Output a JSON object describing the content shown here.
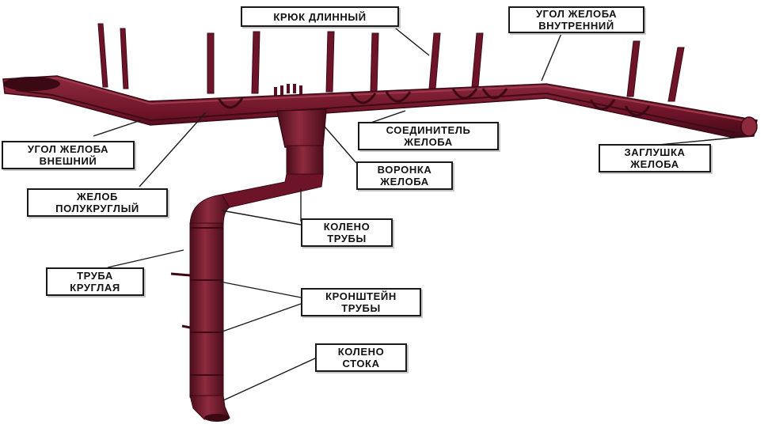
{
  "colors": {
    "metal": "#6e1428",
    "metal_dark": "#4a0d1b",
    "metal_light": "#8e2a3e",
    "leader_line": "#1a1a1a"
  },
  "labels": {
    "hook_long": {
      "line1": "КРЮК ДЛИННЫЙ",
      "line2": ""
    },
    "inner_corner": {
      "line1": "УГОЛ ЖЕЛОБА",
      "line2": "ВНУТРЕННИЙ"
    },
    "outer_corner": {
      "line1": "УГОЛ ЖЕЛОБА",
      "line2": "ВНЕШНИЙ"
    },
    "half_round_gutter": {
      "line1": "ЖЕЛОБ",
      "line2": "ПОЛУКРУГЛЫЙ"
    },
    "gutter_connector": {
      "line1": "СОЕДИНИТЕЛЬ",
      "line2": "ЖЕЛОБА"
    },
    "gutter_funnel": {
      "line1": "ВОРОНКА",
      "line2": "ЖЕЛОБА"
    },
    "end_cap": {
      "line1": "ЗАГЛУШКА",
      "line2": "ЖЕЛОБА"
    },
    "pipe_elbow": {
      "line1": "КОЛЕНО",
      "line2": "ТРУБЫ"
    },
    "round_pipe": {
      "line1": "ТРУБА",
      "line2": "КРУГЛАЯ"
    },
    "pipe_bracket": {
      "line1": "КРОНШТЕЙН",
      "line2": "ТРУБЫ"
    },
    "drain_elbow": {
      "line1": "КОЛЕНО",
      "line2": "СТОКА"
    }
  }
}
